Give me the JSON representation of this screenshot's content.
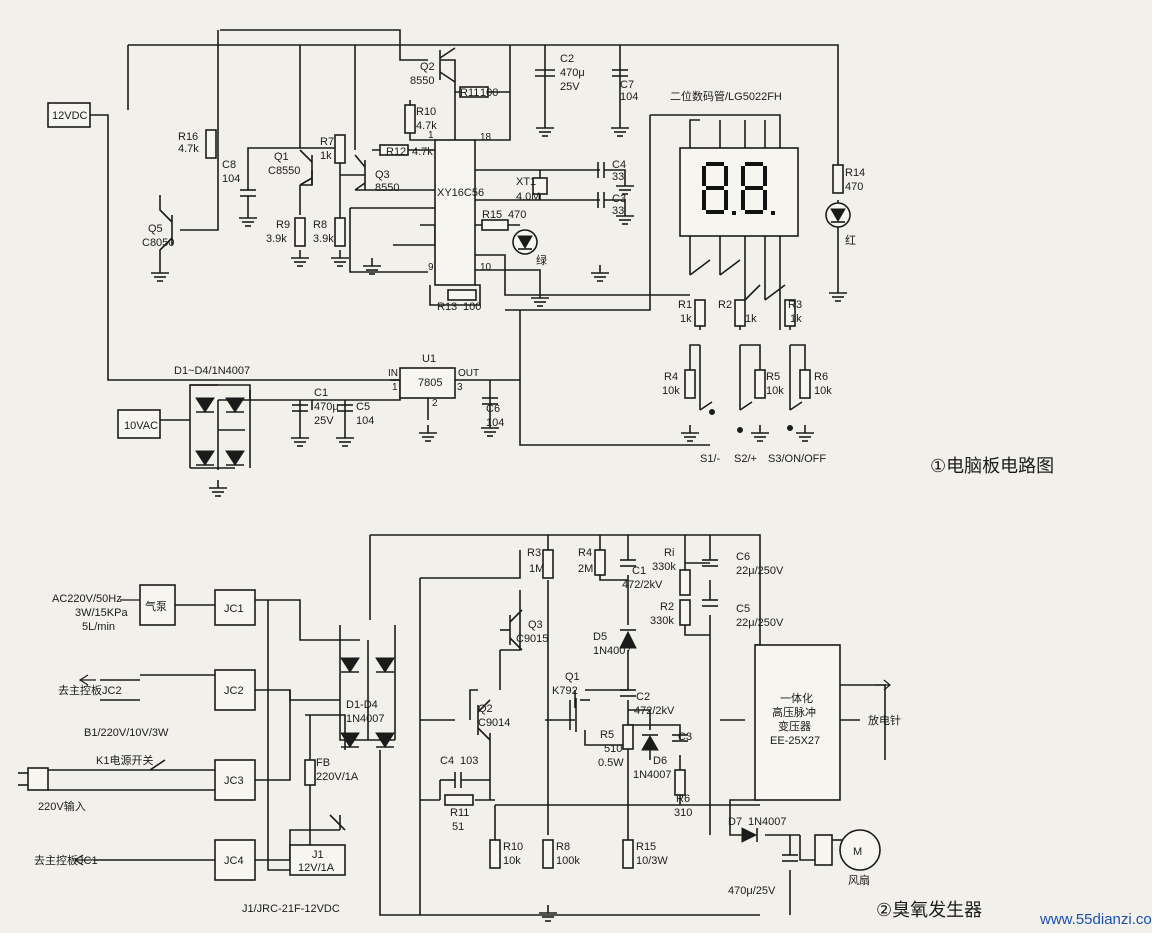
{
  "circuit1": {
    "caption": "①电脑板电路图",
    "supply_12v": "12VDC",
    "supply_10vac": "10VAC",
    "r16": [
      "R16",
      "4.7k"
    ],
    "c8": [
      "C8",
      "104"
    ],
    "q5": [
      "Q5",
      "C8050"
    ],
    "q1": [
      "Q1",
      "C8550"
    ],
    "r7": [
      "R7",
      "1k"
    ],
    "r9": [
      "R9",
      "3.9k"
    ],
    "r8": [
      "R8",
      "3.9k"
    ],
    "q2": [
      "Q2",
      "8550"
    ],
    "q3": [
      "Q3",
      "8550"
    ],
    "r10": [
      "R10",
      "4.7k"
    ],
    "r11": [
      "R11",
      "100"
    ],
    "r12": [
      "R12",
      "4.7k"
    ],
    "c2": [
      "C2",
      "470μ",
      "25V"
    ],
    "c7": [
      "C7",
      "104"
    ],
    "ic": "XY16C56",
    "ic_pins": [
      "18",
      "1",
      "9",
      "10"
    ],
    "c4": [
      "C4",
      "33"
    ],
    "c3": [
      "C3",
      "33"
    ],
    "xt1": [
      "XT1",
      "4.0M"
    ],
    "r15": [
      "R15",
      "470"
    ],
    "green_led": "绿",
    "r13": [
      "R13",
      "100"
    ],
    "display": "二位数码管/LG5022FH",
    "r14": [
      "R14",
      "470"
    ],
    "red_led": "红",
    "r1": [
      "R1",
      "1k"
    ],
    "r2": [
      "R2",
      "1k"
    ],
    "r3": [
      "R3",
      "1k"
    ],
    "r4": [
      "R4",
      "10k"
    ],
    "r5": [
      "R5",
      "10k"
    ],
    "r6": [
      "R6",
      "10k"
    ],
    "switches": [
      "S1/-",
      "S2/+",
      "S3/ON/OFF"
    ],
    "bridge": "D1~D4/1N4007",
    "c1": [
      "C1",
      "470μ",
      "25V"
    ],
    "c5": [
      "C5",
      "104"
    ],
    "u1": [
      "U1",
      "7805",
      "IN",
      "OUT"
    ],
    "u1_pins": [
      "1",
      "2",
      "3"
    ],
    "c6": [
      "C6",
      "104"
    ]
  },
  "circuit2": {
    "caption": "②臭氧发生器",
    "ac_input": [
      "AC220V/50Hz",
      "3W/15KPa",
      "5L/min"
    ],
    "pump": "气泵",
    "jc1": "JC1",
    "jc2": "JC2",
    "jc3": "JC3",
    "jc4": "JC4",
    "to_main_jc2": "去主控板JC2",
    "b1": "B1/220V/10V/3W",
    "k1": "K1电源开关",
    "input_220": "220V输入",
    "to_main_jc1": "去主控板JC1",
    "bridge": [
      "D1-D4",
      "1N4007"
    ],
    "fb": [
      "FB",
      "220V/1A"
    ],
    "j1": [
      "J1",
      "12V/1A"
    ],
    "j1_model": "J1/JRC-21F-12VDC",
    "r3": [
      "R3",
      "1M"
    ],
    "r4": [
      "R4",
      "2M"
    ],
    "c1": [
      "C1",
      "472/2kV"
    ],
    "ri": [
      "Ri",
      "330k"
    ],
    "r2": [
      "R2",
      "330k"
    ],
    "c6": [
      "C6",
      "22μ/250V"
    ],
    "c5": [
      "C5",
      "22μ/250V"
    ],
    "q3": [
      "Q3",
      "C9015"
    ],
    "d5": [
      "D5",
      "1N4007"
    ],
    "q1": [
      "Q1",
      "K792"
    ],
    "q2": [
      "Q2",
      "C9014"
    ],
    "c2": [
      "C2",
      "472/2kV"
    ],
    "r5": [
      "R5",
      "510",
      "0.5W"
    ],
    "d6": [
      "D6",
      "1N4007"
    ],
    "c3": "C3",
    "r6": [
      "R6",
      "310"
    ],
    "c4": [
      "C4",
      "103"
    ],
    "r11": [
      "R11",
      "51"
    ],
    "r10": [
      "R10",
      "10k"
    ],
    "r8": [
      "R8",
      "100k"
    ],
    "r15": [
      "R15",
      "10/3W"
    ],
    "transformer": [
      "一体化",
      "高压脉冲",
      "变压器",
      "EE-25X27"
    ],
    "needle": "放电针",
    "d7": [
      "D7",
      "1N4007"
    ],
    "c7": "470μ/25V",
    "fan": "风扇",
    "motor": "M"
  },
  "watermark": "www.55dianzi.com"
}
